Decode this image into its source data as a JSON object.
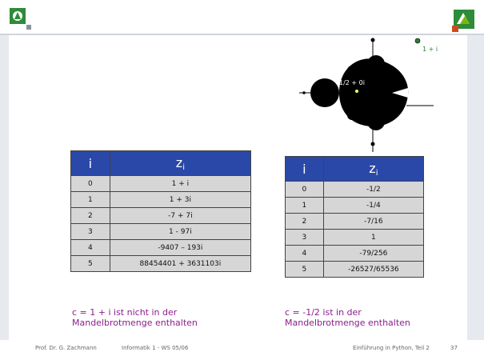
{
  "fractal": {
    "label_half": "1/2 + 0i",
    "label_i": "1 + i"
  },
  "table_left": {
    "header_i": "i",
    "header_z": "z",
    "header_z_sub": "i",
    "rows": [
      {
        "i": "0",
        "z": "1 + i"
      },
      {
        "i": "1",
        "z": "1 + 3i"
      },
      {
        "i": "2",
        "z": "-7 + 7i"
      },
      {
        "i": "3",
        "z": "1 - 97i"
      },
      {
        "i": "4",
        "z": "-9407 – 193i"
      },
      {
        "i": "5",
        "z": "88454401 + 3631103i"
      }
    ]
  },
  "table_right": {
    "header_i": "i",
    "header_z": "z",
    "header_z_sub": "i",
    "rows": [
      {
        "i": "0",
        "z": "-1/2"
      },
      {
        "i": "1",
        "z": "-1/4"
      },
      {
        "i": "2",
        "z": "-7/16"
      },
      {
        "i": "3",
        "z": "1"
      },
      {
        "i": "4",
        "z": "-79/256"
      },
      {
        "i": "5",
        "z": "-26527/65536"
      }
    ]
  },
  "notes": {
    "left_line1": "c = 1 + i ist nicht in der",
    "left_line2": "Mandelbrotmenge enthalten",
    "right_line1": "c = -1/2 ist in der",
    "right_line2": "Mandelbrotmenge enthalten"
  },
  "footer": {
    "author": "Prof. Dr. G. Zachmann",
    "course": "Informatik 1 - WS 05/06",
    "topic": "Einführung in Python, Teil 2",
    "page": "37"
  },
  "colors": {
    "table_header": "#2a48a8",
    "table_cell": "#d6d6d6",
    "note_text": "#8b1e8b",
    "point_i": "#2e7d32"
  }
}
